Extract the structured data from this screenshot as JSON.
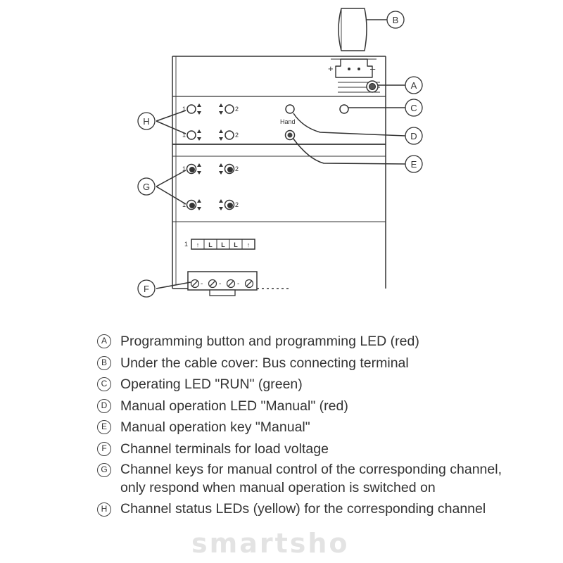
{
  "callouts": {
    "a": "A",
    "b": "B",
    "c": "C",
    "d": "D",
    "e": "E",
    "f": "F",
    "g": "G",
    "h": "H"
  },
  "device": {
    "channel_no_left": "1",
    "channel_no_right": "2",
    "manual_label": "Hand",
    "bus_plus": "+",
    "bus_minus": "–",
    "label_strip_number": "1",
    "label_strip": [
      "↑",
      "L",
      "L",
      "L",
      "↑"
    ]
  },
  "legend": [
    {
      "marker": "A",
      "text": "Programming button and programming LED (red)"
    },
    {
      "marker": "B",
      "text": "Under the cable cover: Bus connecting terminal"
    },
    {
      "marker": "C",
      "text": "Operating LED \"RUN\" (green)"
    },
    {
      "marker": "D",
      "text": "Manual operation LED \"Manual\" (red)"
    },
    {
      "marker": "E",
      "text": "Manual operation key \"Manual\""
    },
    {
      "marker": "F",
      "text": "Channel terminals for load voltage"
    },
    {
      "marker": "G",
      "text": "Channel keys for manual control of the corresponding channel, only respond when manual operation is switched on"
    },
    {
      "marker": "H",
      "text": "Channel status LEDs (yellow) for the corresponding channel"
    }
  ],
  "watermark": "smartsho",
  "colors": {
    "line": "#333333",
    "text": "#333333",
    "watermark": "#e3e3e3"
  }
}
